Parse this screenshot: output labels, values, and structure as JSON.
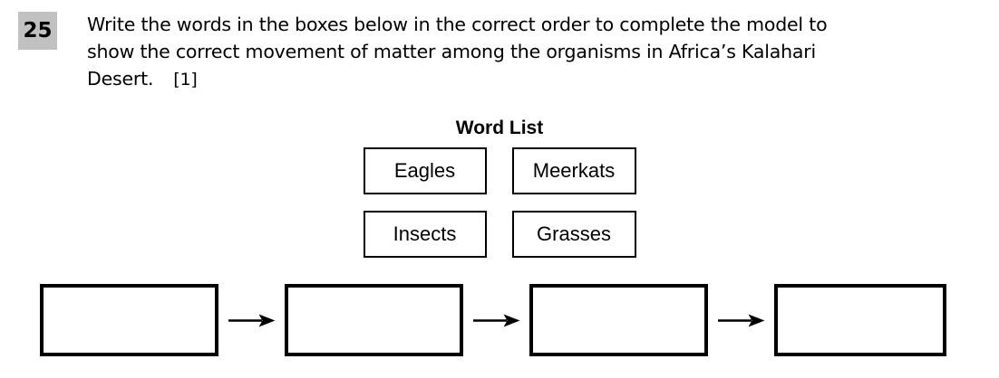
{
  "question": {
    "number": "25",
    "lines": [
      "Write the words in the boxes below in the correct order to complete the model to",
      "show the correct movement of matter among the organisms in Africa’s Kalahari",
      "Desert."
    ],
    "marks": "[1]"
  },
  "word_list": {
    "title": "Word List",
    "words": [
      "Eagles",
      "Meerkats",
      "Insects",
      "Grasses"
    ]
  },
  "answer_chain": {
    "box_count": 4,
    "boxes": [
      "",
      "",
      "",
      ""
    ],
    "arrow_icon": "right-arrow"
  },
  "colors": {
    "question_number_bg": "#c1c1c1",
    "ink": "#000000",
    "background": "#ffffff"
  }
}
